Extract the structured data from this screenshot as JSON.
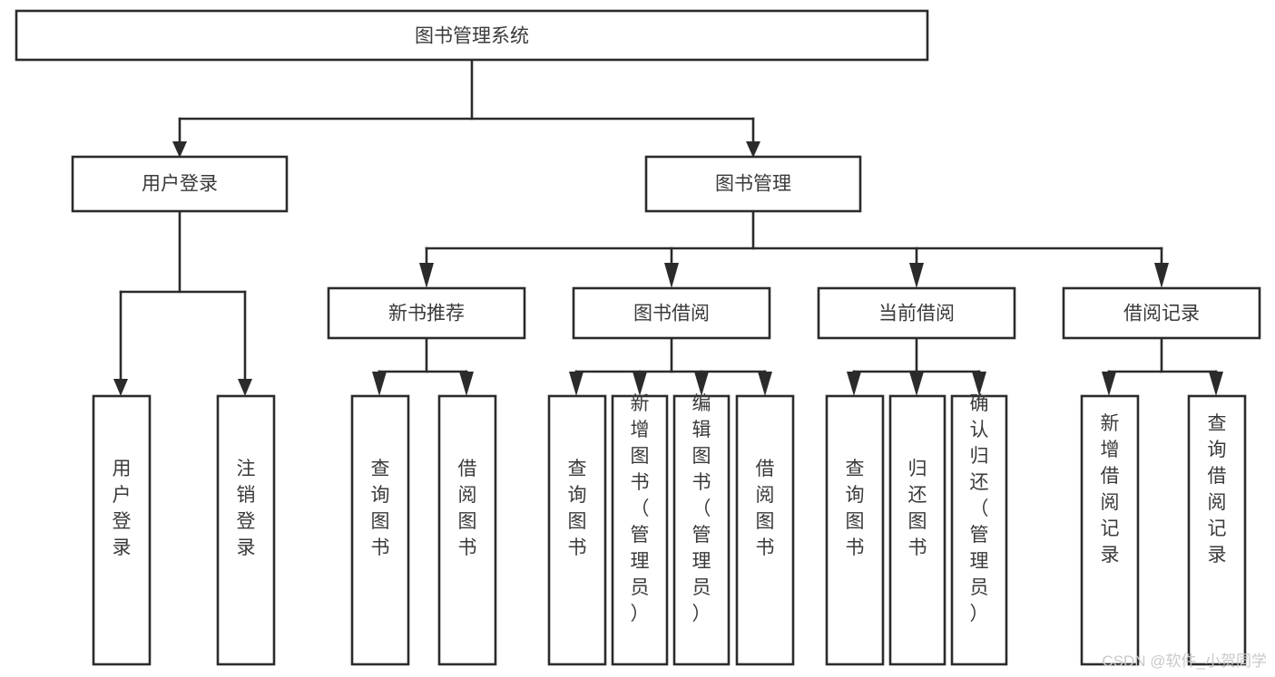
{
  "diagram": {
    "type": "tree-hierarchy-chart",
    "title": "图书管理系统",
    "colors": {
      "box_stroke": "#2b2b2b",
      "box_fill": "#ffffff",
      "text": "#3a3a3a",
      "background": "#ffffff",
      "watermark": "#c9c9c9"
    },
    "root": {
      "label": "图书管理系统",
      "orientation": "horizontal"
    },
    "level2": [
      {
        "label": "用户登录",
        "orientation": "horizontal"
      },
      {
        "label": "图书管理",
        "orientation": "horizontal"
      }
    ],
    "level3": [
      {
        "label": "新书推荐",
        "orientation": "horizontal"
      },
      {
        "label": "图书借阅",
        "orientation": "horizontal"
      },
      {
        "label": "当前借阅",
        "orientation": "horizontal"
      },
      {
        "label": "借阅记录",
        "orientation": "horizontal"
      }
    ],
    "leaves": {
      "user_login": [
        {
          "label": "用户登录",
          "orientation": "vertical"
        },
        {
          "label": "注销登录",
          "orientation": "vertical"
        }
      ],
      "new_book_recommend": [
        {
          "label": "查询图书",
          "orientation": "vertical"
        },
        {
          "label": "借阅图书",
          "orientation": "vertical"
        }
      ],
      "book_borrow": [
        {
          "label": "查询图书",
          "orientation": "vertical"
        },
        {
          "label": "新增图书（管理员）",
          "orientation": "vertical"
        },
        {
          "label": "编辑图书（管理员）",
          "orientation": "vertical"
        },
        {
          "label": "借阅图书",
          "orientation": "vertical"
        }
      ],
      "current_borrow": [
        {
          "label": "查询图书",
          "orientation": "vertical"
        },
        {
          "label": "归还图书",
          "orientation": "vertical"
        },
        {
          "label": "确认归还（管理员）",
          "orientation": "vertical"
        }
      ],
      "borrow_record": [
        {
          "label": "新增借阅记录",
          "orientation": "vertical"
        },
        {
          "label": "查询借阅记录",
          "orientation": "vertical"
        }
      ]
    }
  },
  "watermark": {
    "text": "CSDN @软件_小贺同学"
  }
}
